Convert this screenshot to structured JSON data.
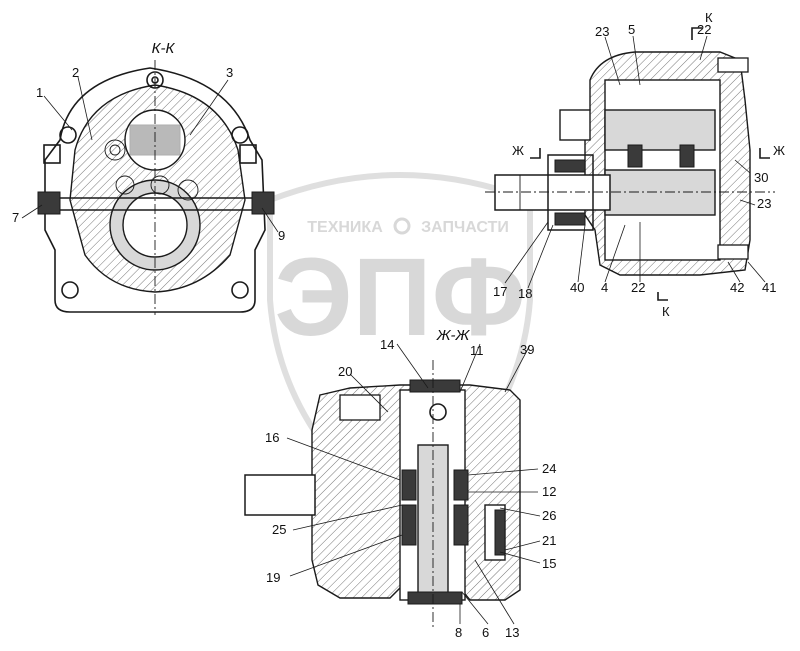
{
  "sections": {
    "kk": "К-К",
    "zhzh": "Ж-Ж"
  },
  "section_marks": {
    "k": "К",
    "zh": "Ж"
  },
  "watermark": {
    "brand": "ЭПФ",
    "left": "ТЕХНИКА",
    "right": "ЗАПЧАСТИ"
  },
  "callouts": {
    "c1": "1",
    "c2": "2",
    "c3": "3",
    "c7": "7",
    "c9": "9",
    "c23a": "23",
    "c5": "5",
    "c22a": "22",
    "c30": "30",
    "c23b": "23",
    "c17": "17",
    "c18": "18",
    "c40": "40",
    "c4": "4",
    "c22b": "22",
    "c42": "42",
    "c41": "41",
    "c14": "14",
    "c11": "11",
    "c39": "39",
    "c20": "20",
    "c16": "16",
    "c24": "24",
    "c12": "12",
    "c25": "25",
    "c26": "26",
    "c21": "21",
    "c19": "19",
    "c15": "15",
    "c8": "8",
    "c6": "6",
    "c13": "13"
  }
}
